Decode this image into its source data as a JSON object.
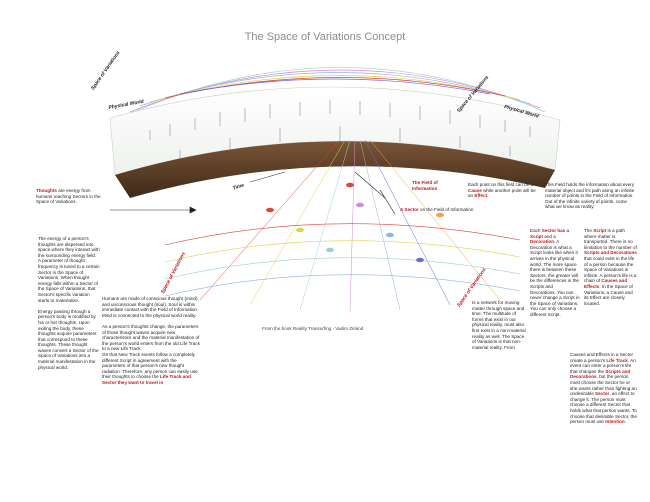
{
  "title": "The Space of Variations Concept",
  "credit": "From the book Reality Transurfing - Vadim Zeland",
  "labels": {
    "space_of_variations": "Space of Variations",
    "physical_world": "Physical World",
    "time": "Time"
  },
  "colors": {
    "red": "#c0161b",
    "earth": "#5a3d26",
    "grass": "#cfd5c8",
    "beam_colors": [
      "#e3cf4a",
      "#9bd3c6",
      "#d28ad6",
      "#8fb4e6",
      "#d9463b",
      "#6d6ad8",
      "#f2a34a"
    ]
  },
  "texts": {
    "thoughts_pre": "Thoughts",
    "thoughts_rest": " are energy from humans reaching Sectors in the Space of Variations.",
    "field_word": "The Field of Information",
    "cause_1": "Each point on this field can be a ",
    "cause_word": "Cause",
    "cause_2": " while another point will be an ",
    "effect_word": "Effect",
    "cause_3": ".",
    "field_holds": "This Field holds the information about every material object and it's path along an infinite number of points in the Field of Information. Out of the infinite variety of points, come what we know as reality.",
    "sector_word": "A Sector",
    "sector_rest": " on the Field of Information",
    "energy_block": "The energy of a person's thoughts are dispersed into space where they interact with the surrounding energy field. A parameter of thought frequency is tuned to a certain Sector in the Space of Variations. When thought energy falls within a Sector of the Space of Variations, that Sector's specific variation starts to materialize.",
    "energy_block_2": "Energy passing through a person's body is modified by his or her thoughts. Upon exiting the body, these thoughts acquire parameters that correspond to these thoughts. These thought waves convert a Sector of the Space of Variations into a material manifestation in the physical world.",
    "humans_block": "Humans are made of conscious thought (mind) and unconscious thought (soul). Soul is within immediate contact with the Field of Information. Mind is connected to the physical world reality.",
    "humans_block_2": "As a person's thoughts change, the parameters of those thought waves acquire new characteristics and the material manifestation of the person's world enters from the old Life Track to a new Life Track.",
    "humans_block_3": "On that New Track events follow a completely different Script in agreement with the parameters of that person's new thought radiation. Therefore, any person can easily use their thoughts to choose the ",
    "humans_red": "Life Track and Sector they want to travel in",
    "network_block": "Is a network for moving matter through space and time. The multitude of forms that exist in our physical reality, must also first exist in a non-material reality as well. The Space of Variations is that non-material reality. From",
    "each_sector_1": "Each ",
    "each_sector_word": "Sector has a Script",
    "each_sector_2": " and a ",
    "decoration_word": "Decoration",
    "each_sector_3": ". A Decoration is what a Script looks like when it arrives in the physical world. The more space there is between these Sectors, the greater will be the differences in the Scripts and Decorations. You can never change a Script in the Space of Variations. You can only choose a different Script.",
    "script_1": "The ",
    "script_word": "Script",
    "script_2": " is a path where matter is transported. There is no limitation to the number of ",
    "scripts_word": "Scripts and Decorations",
    "script_3": " that could exist in the life of a person because the Space of Variations is infinite. A person's life is a chain of ",
    "causes_word": "Causes and Effects",
    "script_4": ". In the Space of Variations, a Cause and its Effect are closely located.",
    "causes_block_1": "Causes and Effects in a Sector create a person's ",
    "life_track_word": "Life Track",
    "causes_block_2": ". An event can enter a person's life that changes the ",
    "scripts_decor_word": "Scripts and Decorations",
    "causes_block_3": ", but the person must choose the Sector he or she wants rather than fighting an undesirable ",
    "sector_word2": "Sector",
    "causes_block_4": ", an effect to change it. The person must choose a different Sector that holds what that person wants. To choose that desirable Sector, the person must use ",
    "intention_word": "Intention",
    "causes_block_5": "."
  }
}
